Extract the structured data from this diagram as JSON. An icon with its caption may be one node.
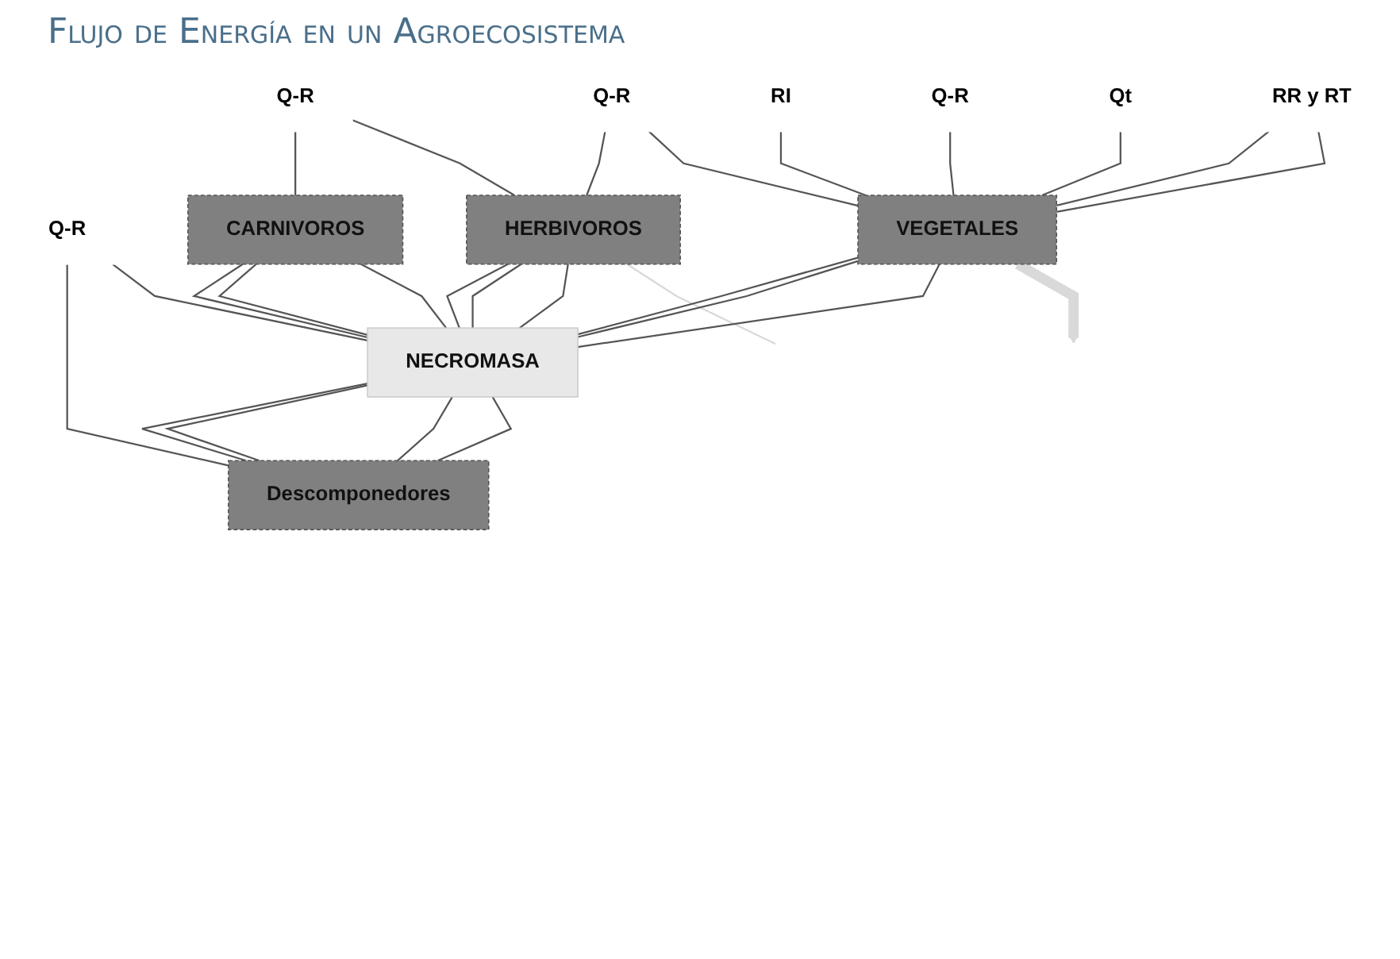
{
  "diagram": {
    "title": "Flujo de Energía en un Agroecosistema",
    "nodes": [
      {
        "text": [
          "RR y RT"
        ]
      },
      {
        "text": [
          "Qt"
        ]
      },
      {
        "text": [
          "Q-R"
        ]
      },
      {
        "text": [
          "Q-R"
        ]
      },
      {
        "text": [
          "Q-R"
        ]
      },
      {
        "text": [
          "Q-R"
        ]
      },
      {
        "text": [
          "RI"
        ]
      },
      {
        "text": [
          "VEGETALES"
        ]
      },
      {
        "text": [
          "HERBIVOROS"
        ]
      },
      {
        "text": [
          "CARNIVOROS"
        ]
      },
      {
        "text": [
          "NECROMASA"
        ]
      },
      {
        "text": [
          "Descomponedores"
        ]
      }
    ],
    "edges": [
      {
        "from": 0,
        "to": 7,
        "arrow": "none"
      },
      {
        "from": 0,
        "to": 7,
        "arrow": "none"
      },
      {
        "from": 1,
        "to": 7,
        "arrow": "none"
      },
      {
        "from": 2,
        "to": 7,
        "arrow": "none"
      },
      {
        "from": 6,
        "to": 7,
        "arrow": "none"
      },
      {
        "from": 7,
        "to": null,
        "arrow": "to",
        "style": "thick",
        "color": "#d9d9d9"
      },
      {
        "from": 8,
        "to": null,
        "arrow": "none",
        "color": "#d9d9d9"
      },
      {
        "from": 3,
        "to": 7,
        "arrow": "none"
      },
      {
        "from": 3,
        "to": 8,
        "arrow": "none"
      },
      {
        "from": 7,
        "to": 10,
        "arrow": "none"
      },
      {
        "from": 7,
        "to": 10,
        "arrow": "none"
      },
      {
        "from": 7,
        "to": 10,
        "arrow": "none"
      },
      {
        "from": 4,
        "to": 8,
        "arrow": "none"
      },
      {
        "from": 4,
        "to": 9,
        "arrow": "none"
      },
      {
        "from": 8,
        "to": 10,
        "arrow": "none"
      },
      {
        "from": 8,
        "to": 10,
        "arrow": "none"
      },
      {
        "from": 8,
        "to": 10,
        "arrow": "none"
      },
      {
        "from": 9,
        "to": 10,
        "arrow": "none"
      },
      {
        "from": 9,
        "to": 10,
        "arrow": "none"
      },
      {
        "from": 9,
        "to": 10,
        "arrow": "none"
      },
      {
        "from": 5,
        "to": 10,
        "arrow": "none"
      },
      {
        "from": 5,
        "to": 11,
        "arrow": "none"
      },
      {
        "from": 10,
        "to": 11,
        "arrow": "none"
      },
      {
        "from": 10,
        "to": 11,
        "arrow": "none"
      },
      {
        "from": 10,
        "to": 11,
        "arrow": "none"
      },
      {
        "from": 10,
        "to": 11,
        "arrow": "none"
      }
    ]
  }
}
